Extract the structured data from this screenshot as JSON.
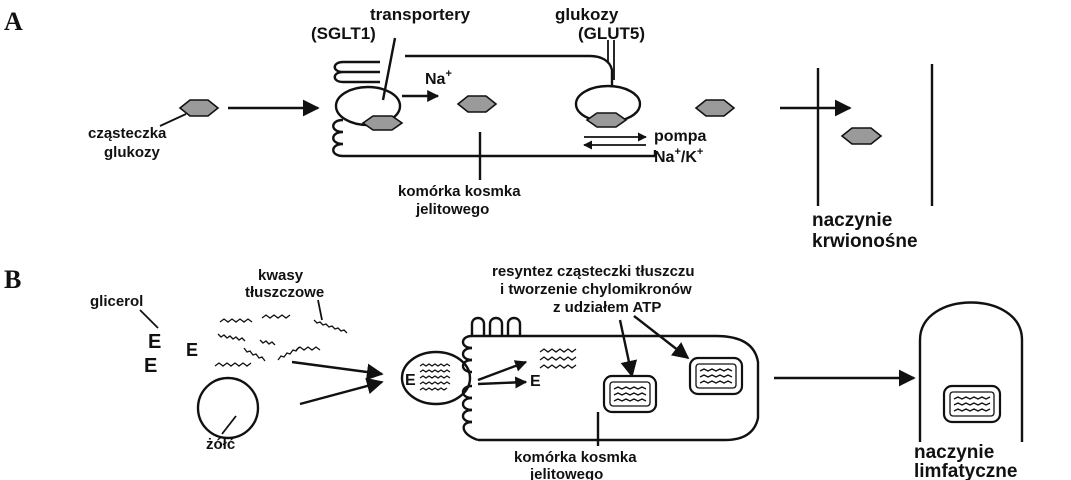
{
  "panel_a": {
    "letter": "A",
    "transporters_label": "transportery",
    "sglt1_label": "(SGLT1)",
    "glukozy_label": "glukozy",
    "glut5_label": "(GLUT5)",
    "na_label": "Na",
    "na_sup": "+",
    "molecule_label_line1": "cząsteczka",
    "molecule_label_line2": "glukozy",
    "pump_label_line1": "pompa",
    "pump_label_line2": "Na",
    "pump_sup1": "+",
    "pump_label_mid": "/K",
    "pump_sup2": "+",
    "cell_label_line1": "komórka kosmka",
    "cell_label_line2": "jelitowego",
    "vessel_label_line1": "naczynie",
    "vessel_label_line2": "krwionośne"
  },
  "panel_b": {
    "letter": "B",
    "fatty_acids_line1": "kwasy",
    "fatty_acids_line2": "tłuszczowe",
    "glycerol_label": "glicerol",
    "e_symbol": "E",
    "bile_label": "żółć",
    "resynthesis_line1_a": "resyntez",
    "resynthesis_line1_b": " cząsteczki tłuszczu",
    "resynthesis_line2": "i tworzenie chylomikronów",
    "resynthesis_line3": "z udziałem ATP",
    "cell_label_line1": "komórka kosmka",
    "cell_label_line2": "jelitowego",
    "vessel_label_line1": "naczynie",
    "vessel_label_line2": "limfatyczne"
  },
  "colors": {
    "ink": "#111111",
    "hexagon_fill": "#9a9a9a",
    "background": "#ffffff"
  }
}
